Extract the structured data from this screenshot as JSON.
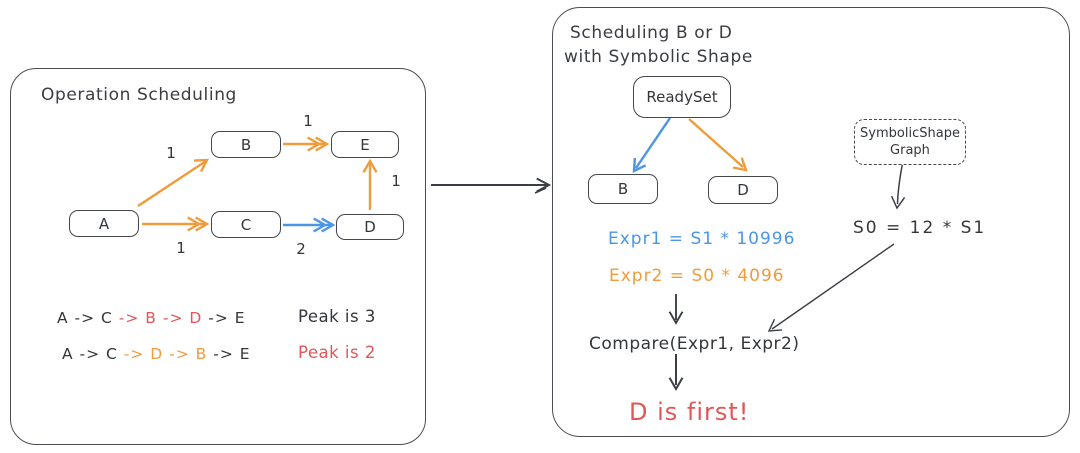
{
  "colors": {
    "dark": "#3b3e44",
    "orange": "#f09b3c",
    "blue": "#4b96e6",
    "red": "#e05757"
  },
  "left_panel": {
    "title": "Operation Scheduling",
    "nodes": {
      "a": "A",
      "b": "B",
      "c": "C",
      "d": "D",
      "e": "E"
    },
    "edge_labels": {
      "a_b": "1",
      "a_c": "1",
      "b_e": "1",
      "c_d": "2",
      "d_e": "1"
    },
    "edges": [
      {
        "from": "A",
        "to": "B",
        "label": "1",
        "color": "orange"
      },
      {
        "from": "A",
        "to": "C",
        "label": "1",
        "color": "orange"
      },
      {
        "from": "B",
        "to": "E",
        "label": "1",
        "color": "orange"
      },
      {
        "from": "C",
        "to": "D",
        "label": "2",
        "color": "blue"
      },
      {
        "from": "D",
        "to": "E",
        "label": "1",
        "color": "orange"
      }
    ],
    "sequences": [
      {
        "prefix": "A -> C ",
        "highlight": "-> B -> D",
        "suffix": " -> E",
        "highlight_color": "red",
        "peak": "Peak is 3",
        "peak_color": "dark"
      },
      {
        "prefix": "A -> C ",
        "highlight": "-> D -> B",
        "suffix": " -> E",
        "highlight_color": "orange",
        "peak": "Peak is 2",
        "peak_color": "red"
      }
    ]
  },
  "right_panel": {
    "title_line1": "Scheduling B or D",
    "title_line2": "with Symbolic Shape",
    "ready_set": "ReadySet",
    "node_b": "B",
    "node_d": "D",
    "expr1": "Expr1 = S1 * 10996",
    "expr2": "Expr2 = S0 * 4096",
    "symbolic_box_line1": "SymbolicShape",
    "symbolic_box_line2": "Graph",
    "s0_equation": "S0 = 12 * S1",
    "compare": "Compare(Expr1, Expr2)",
    "result": "D is first!"
  }
}
